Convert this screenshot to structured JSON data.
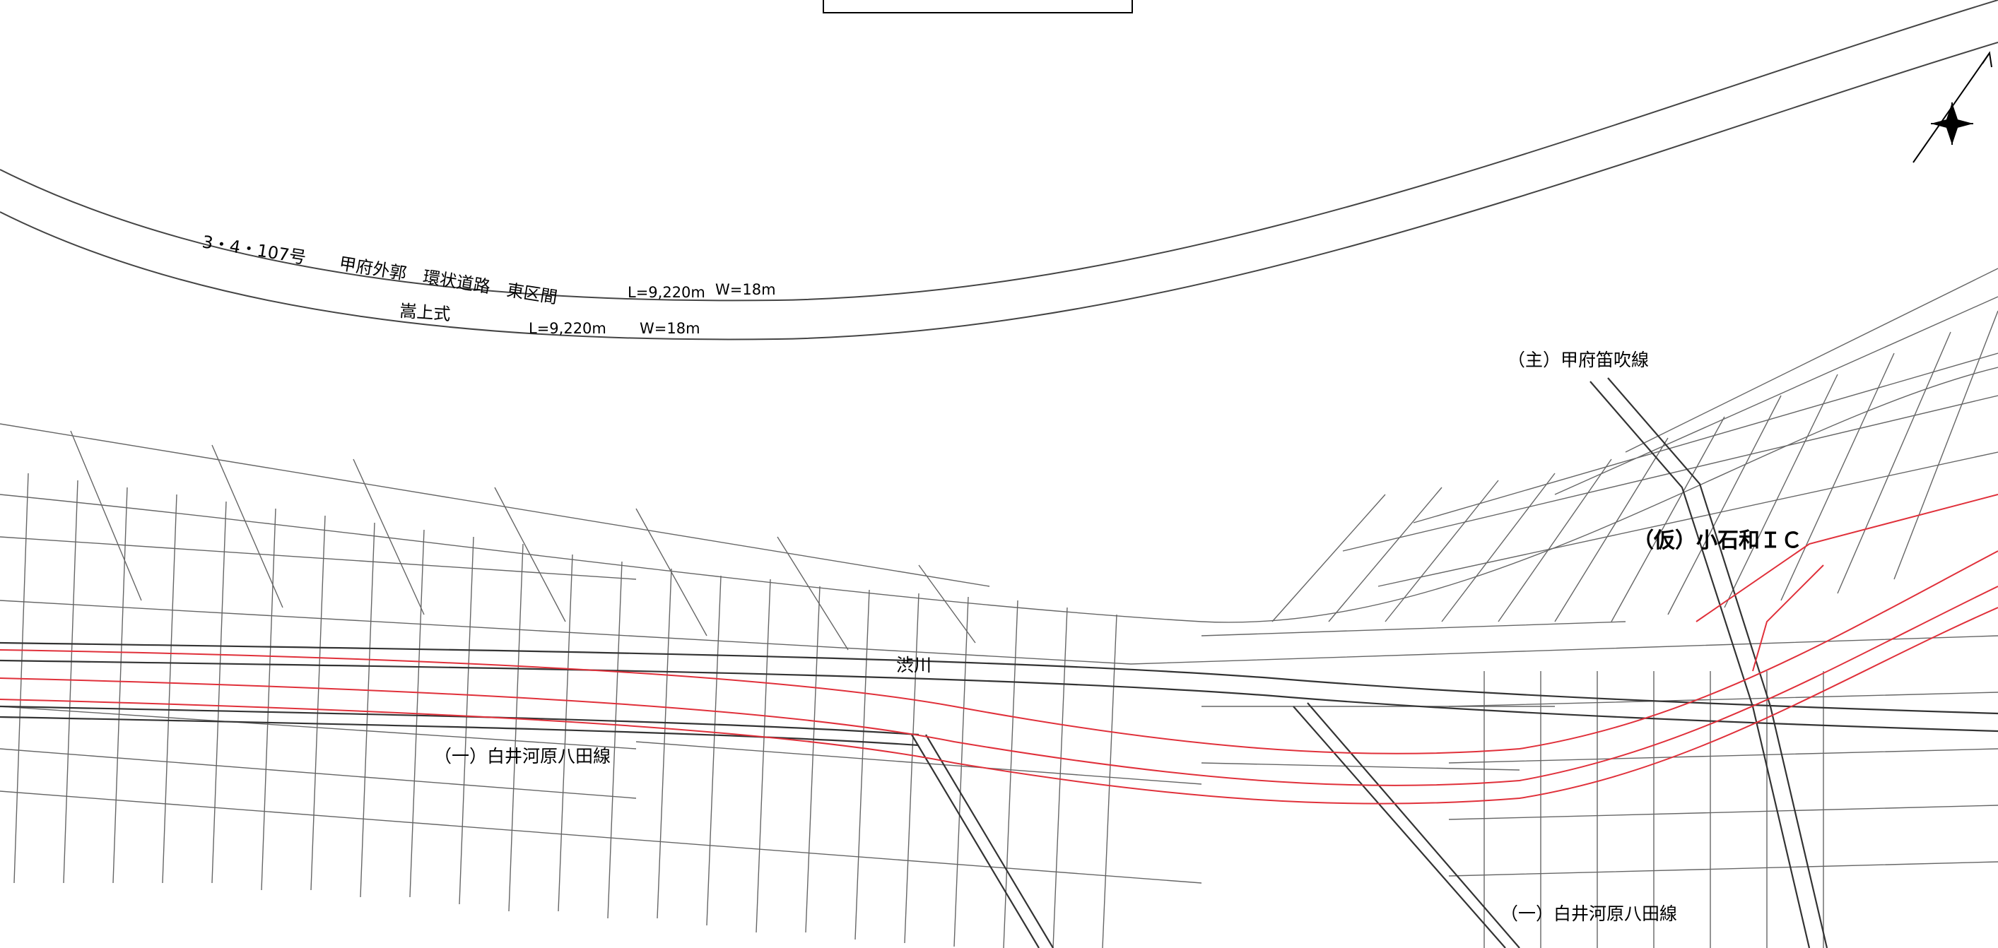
{
  "planned_road": {
    "name_line": "3・4・107号　　甲府外郭　環状道路　東区間",
    "length_1": "L=9,220m",
    "width_1": "W=18m",
    "structure": "嵩上式",
    "length_2": "L=9,220m",
    "width_2": "W=18m"
  },
  "labels": {
    "river": "渋川",
    "route_main": "（主）甲府笛吹線",
    "route_ic": "（仮）小石和ＩＣ",
    "route_pref_1": "（一）白井河原八田線",
    "route_pref_2": "（一）白井河原八田線"
  },
  "colors": {
    "planned_route": "#e0303a",
    "lines": "#555555",
    "background": "#ffffff"
  },
  "icons": {
    "north_arrow": "compass-north-arrow-icon"
  }
}
